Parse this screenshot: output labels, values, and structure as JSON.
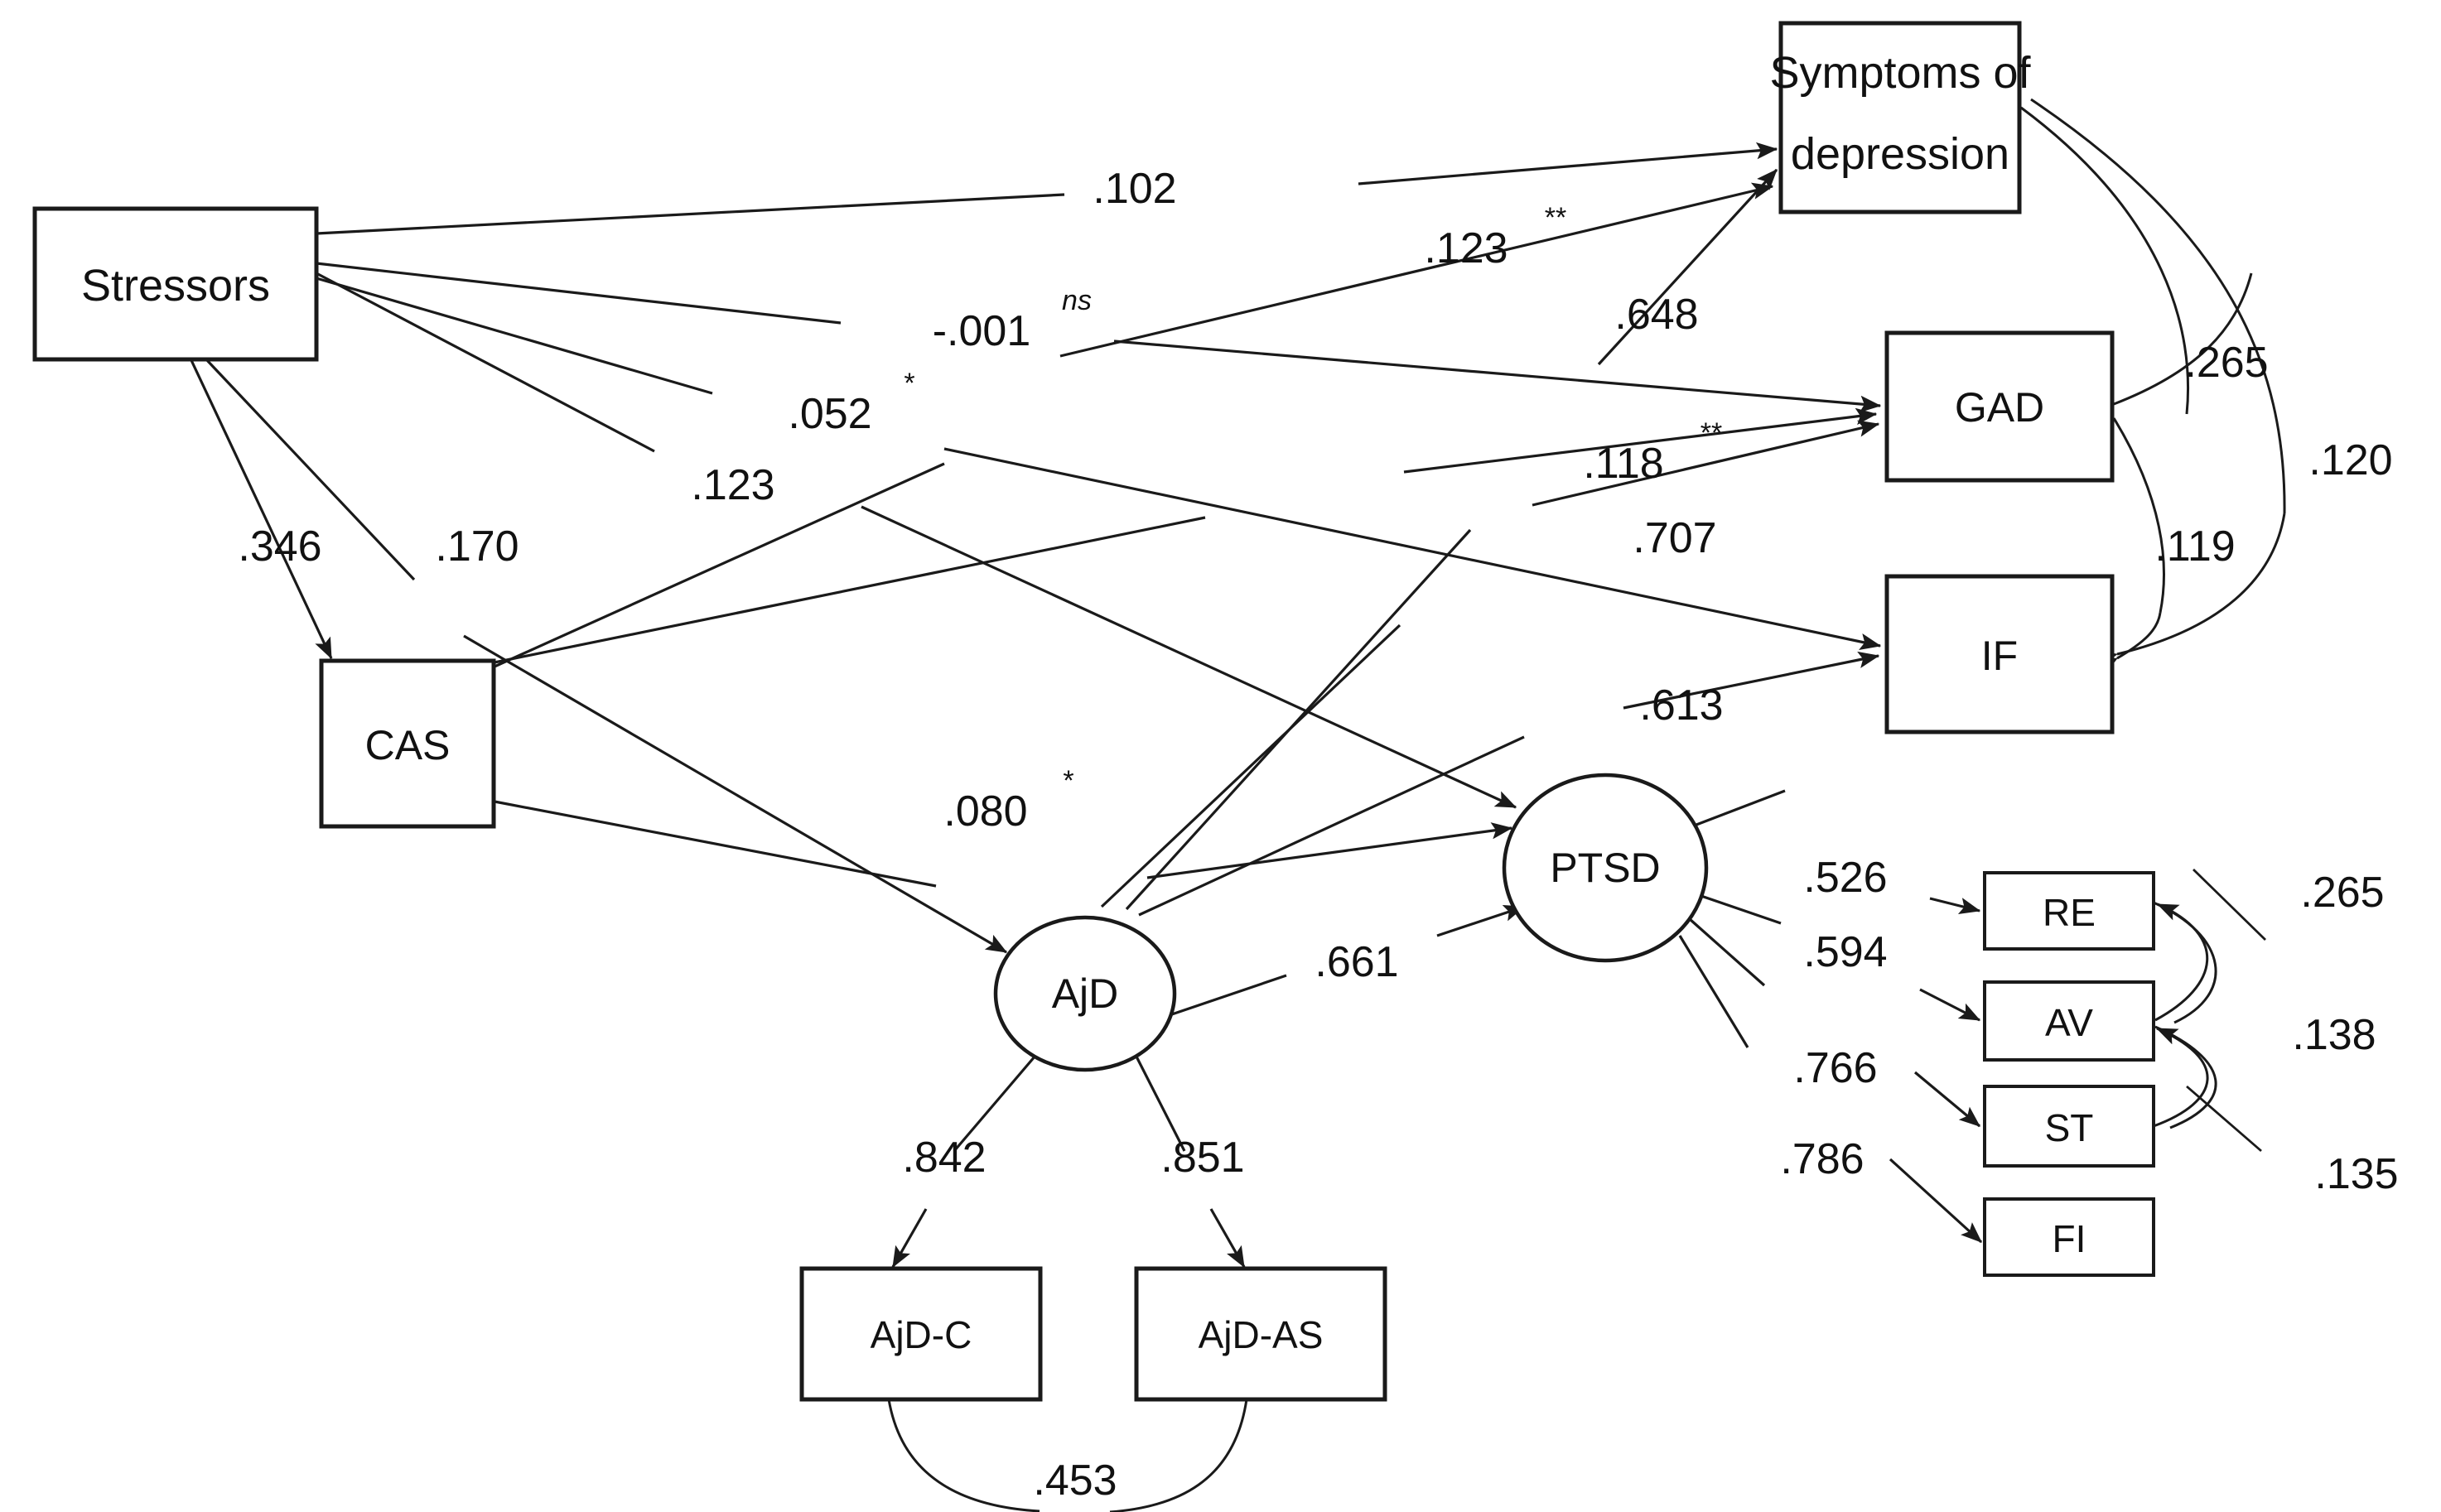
{
  "figure": {
    "type": "structural-equation-model",
    "nodes": {
      "stressors": {
        "label": "Stressors",
        "shape": "rect"
      },
      "cas": {
        "label": "CAS",
        "shape": "rect"
      },
      "ajd": {
        "label": "AjD",
        "shape": "ellipse"
      },
      "ptsd": {
        "label": "PTSD",
        "shape": "ellipse"
      },
      "depression": {
        "label_line1": "Symptoms of",
        "label_line2": "depression",
        "shape": "rect"
      },
      "gad": {
        "label": "GAD",
        "shape": "rect"
      },
      "if": {
        "label": "IF",
        "shape": "rect"
      },
      "ajd_c": {
        "label": "AjD-C",
        "shape": "rect"
      },
      "ajd_as": {
        "label": "AjD-AS",
        "shape": "rect"
      },
      "re": {
        "label": "RE",
        "shape": "rect"
      },
      "av": {
        "label": "AV",
        "shape": "rect"
      },
      "st": {
        "label": "ST",
        "shape": "rect"
      },
      "fi": {
        "label": "FI",
        "shape": "rect"
      }
    },
    "coefficients": {
      "stressors_to_depression": {
        "value": ".102",
        "sig": ""
      },
      "stressors_to_gad": {
        "value": "-.001",
        "sig": "ns"
      },
      "stressors_to_if": {
        "value": ".052",
        "sig": "*"
      },
      "stressors_to_ptsd": {
        "value": ".123",
        "sig": ""
      },
      "stressors_to_cas": {
        "value": ".346",
        "sig": ""
      },
      "stressors_to_ajd": {
        "value": ".170",
        "sig": ""
      },
      "cas_to_ptsd": {
        "value": ".080",
        "sig": "*"
      },
      "cas_to_depression": {
        "value": ".123",
        "sig": "**"
      },
      "cas_to_gad": {
        "value": ".118",
        "sig": "**"
      },
      "ajd_to_depression": {
        "value": ".648",
        "sig": ""
      },
      "ajd_to_gad": {
        "value": ".707",
        "sig": ""
      },
      "ajd_to_if": {
        "value": ".613",
        "sig": ""
      },
      "ajd_to_ptsd": {
        "value": ".661",
        "sig": ""
      },
      "ajd_to_ajd_c": {
        "value": ".842",
        "sig": ""
      },
      "ajd_to_ajd_as": {
        "value": ".851",
        "sig": ""
      },
      "ajd_c_ajd_as_corr": {
        "value": ".453",
        "sig": ""
      },
      "ptsd_to_re": {
        "value": ".526",
        "sig": ""
      },
      "ptsd_to_av": {
        "value": ".594",
        "sig": ""
      },
      "ptsd_to_st": {
        "value": ".766",
        "sig": ""
      },
      "ptsd_to_fi": {
        "value": ".786",
        "sig": ""
      },
      "depression_gad_corr": {
        "value": ".265",
        "sig": ""
      },
      "depression_if_corr": {
        "value": ".120",
        "sig": ""
      },
      "gad_if_corr": {
        "value": ".119",
        "sig": ""
      },
      "re_av_corr": {
        "value": ".265",
        "sig": ""
      },
      "av_st_corr": {
        "value": ".138",
        "sig": ""
      },
      "re_st_corr": {
        "value": ".135",
        "sig": ""
      }
    },
    "colors": {
      "stroke": "#1a1a1a",
      "background": "#ffffff",
      "text": "#111111"
    }
  }
}
